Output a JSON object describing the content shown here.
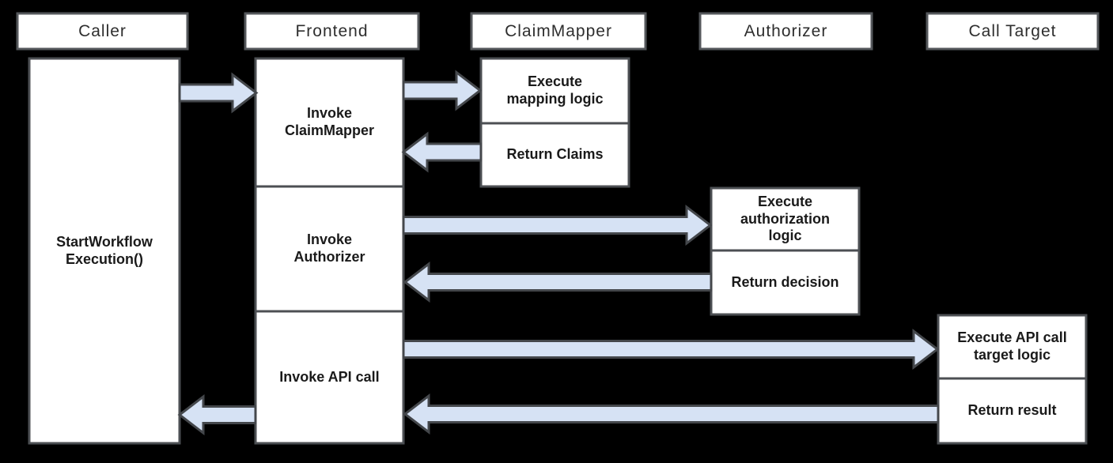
{
  "palette": {
    "background": "#000000",
    "box_fill": "#ffffff",
    "box_border": "#4c4f53",
    "arrow_fill": "#d6e2f4",
    "arrow_border": "#44474b",
    "header_text": "#2e2e2e",
    "body_text": "#1a1a1a"
  },
  "lifelines": [
    {
      "label": "Caller"
    },
    {
      "label": "Frontend"
    },
    {
      "label": "ClaimMapper"
    },
    {
      "label": "Authorizer"
    },
    {
      "label": "Call Target"
    }
  ],
  "activities": {
    "caller_start": "StartWorkflow\nExecution()",
    "frontend_invoke_claimmapper": "Invoke\nClaimMapper",
    "frontend_invoke_authorizer": "Invoke\nAuthorizer",
    "frontend_invoke_api_call": "Invoke API call",
    "claimmapper_execute": "Execute\nmapping logic",
    "claimmapper_return": "Return Claims",
    "authorizer_execute": "Execute\nauthorization\nlogic",
    "authorizer_return": "Return decision",
    "calltarget_execute": "Execute API call\ntarget logic",
    "calltarget_return": "Return result"
  },
  "flows": [
    {
      "from": "Caller",
      "to": "Frontend",
      "direction": "right"
    },
    {
      "from": "Frontend",
      "to": "ClaimMapper",
      "direction": "right"
    },
    {
      "from": "ClaimMapper",
      "to": "Frontend",
      "direction": "left"
    },
    {
      "from": "Frontend",
      "to": "Authorizer",
      "direction": "right"
    },
    {
      "from": "Authorizer",
      "to": "Frontend",
      "direction": "left"
    },
    {
      "from": "Frontend",
      "to": "Call Target",
      "direction": "right"
    },
    {
      "from": "Call Target",
      "to": "Frontend",
      "direction": "left"
    },
    {
      "from": "Frontend",
      "to": "Caller",
      "direction": "left"
    }
  ]
}
